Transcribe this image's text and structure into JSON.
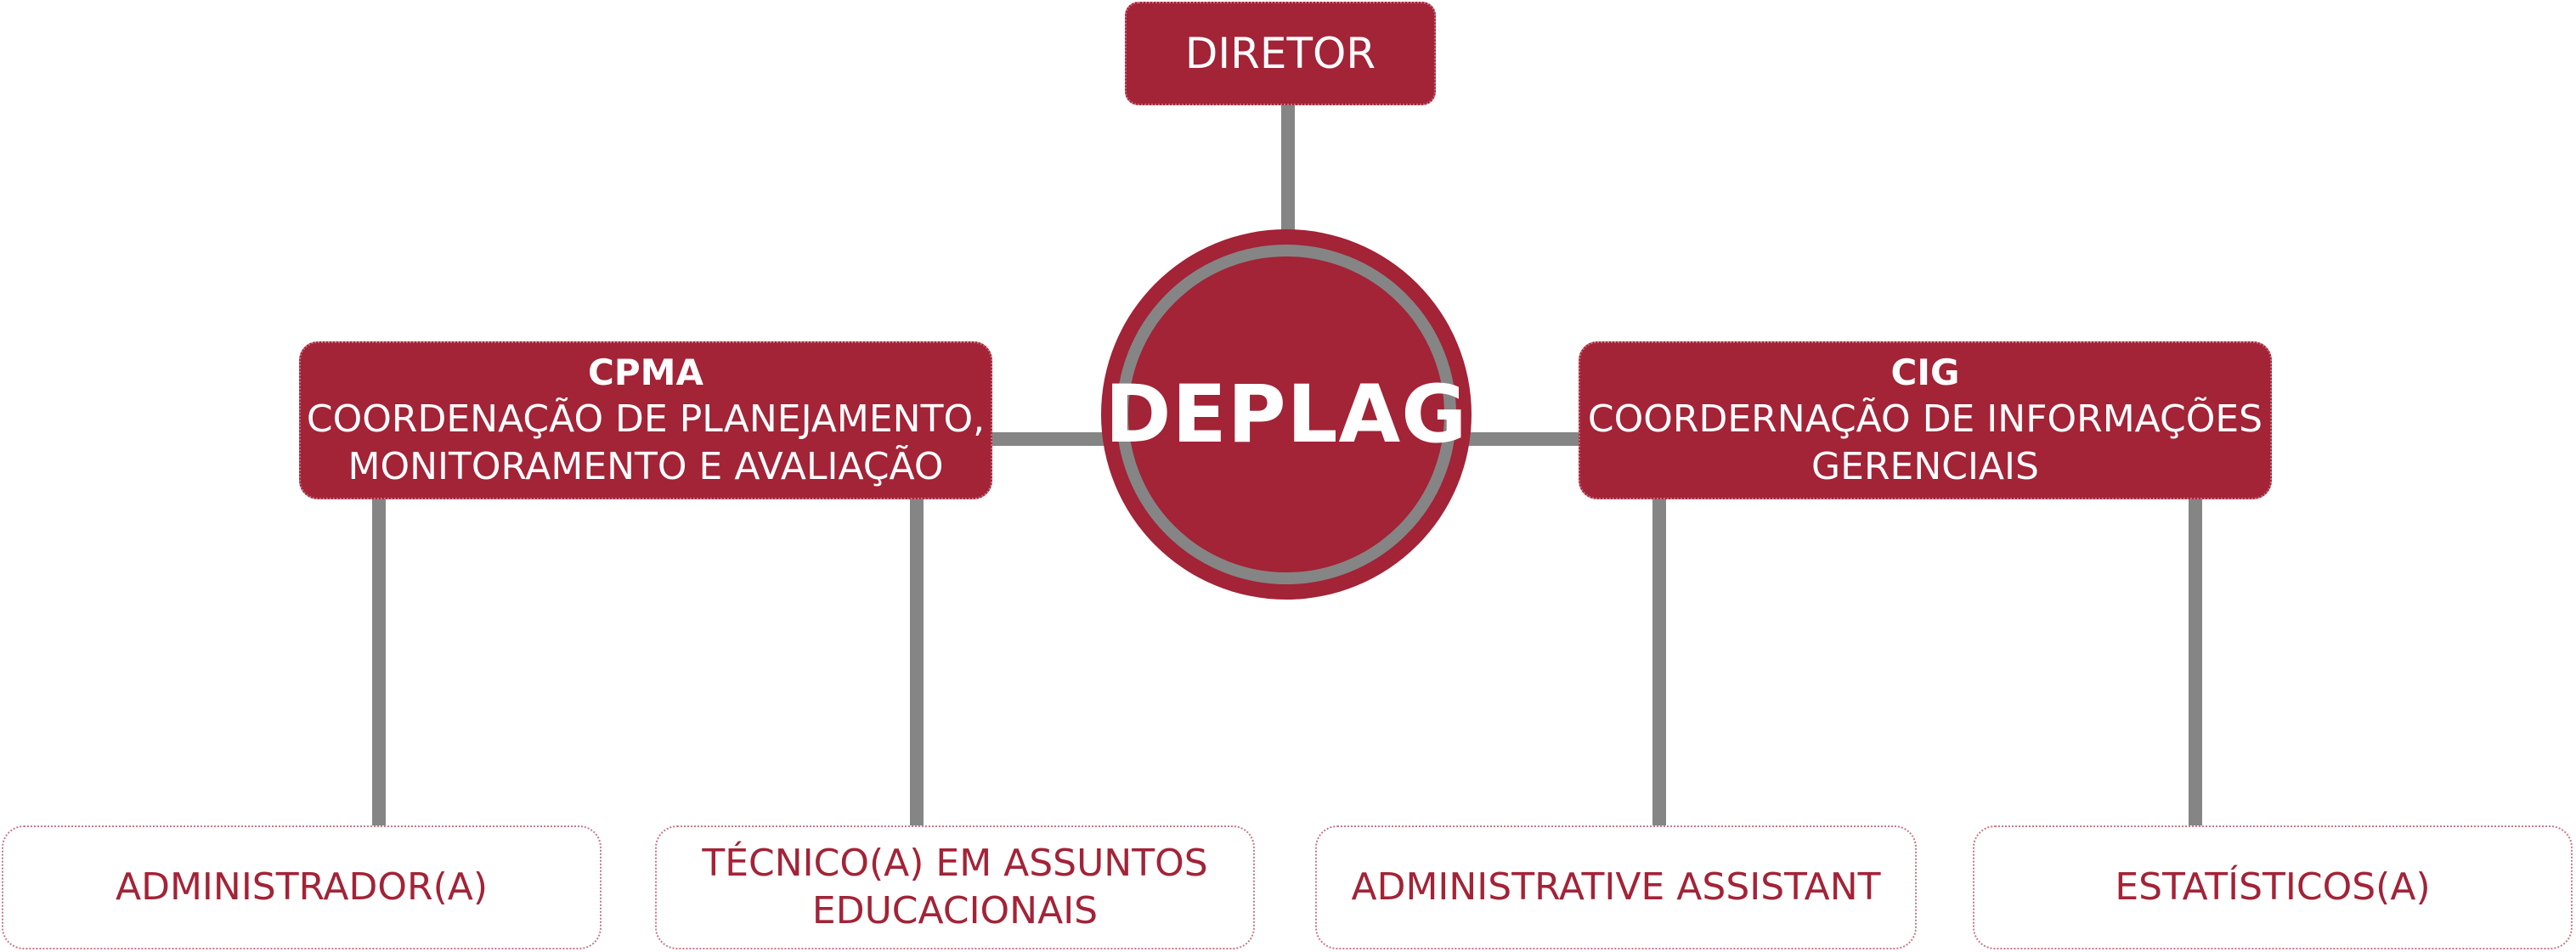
{
  "director": {
    "label": "DIRETOR"
  },
  "hub": {
    "label": "DEPLAG"
  },
  "cpma": {
    "title": "CPMA",
    "line1": "COORDENAÇÃO DE PLANEJAMENTO,",
    "line2": "MONITORAMENTO E AVALIAÇÃO"
  },
  "cig": {
    "title": "CIG",
    "line1": "COORDERNAÇÃO DE INFORMAÇÕES",
    "line2": "GERENCIAIS"
  },
  "roles": {
    "administrador": "ADMINISTRADOR(A)",
    "tecnico_line1": "TÉCNICO(A) EM ASSUNTOS",
    "tecnico_line2": "EDUCACIONAIS",
    "assistant": "ADMINISTRATIVE ASSISTANT",
    "estatisticos": "ESTATÍSTICOS(A)"
  },
  "colors": {
    "primary": "#a32337",
    "connector": "#858585",
    "background": "#ffffff"
  }
}
